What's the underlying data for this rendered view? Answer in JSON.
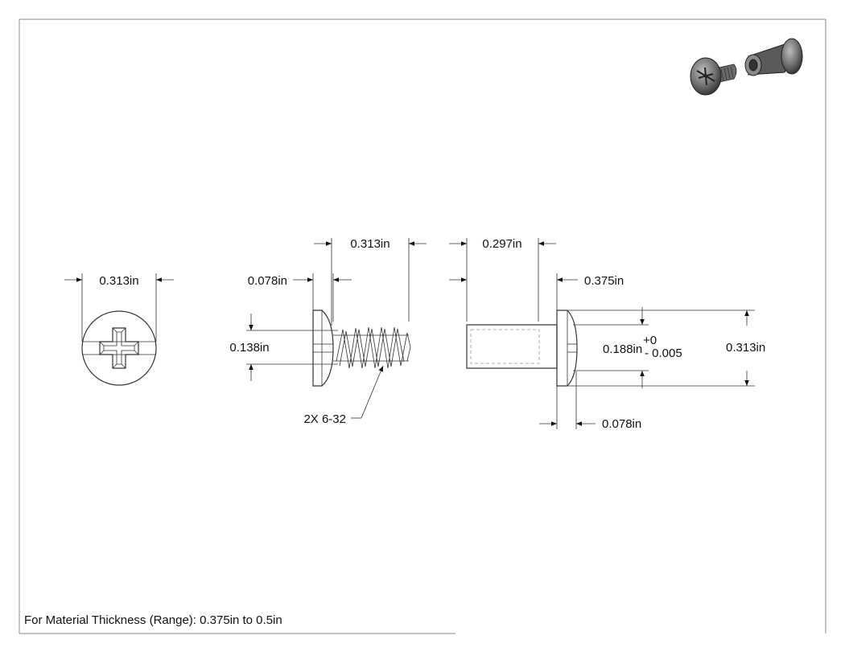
{
  "drawing": {
    "colors": {
      "line": "#333333",
      "text": "#111111",
      "frame": "#888888"
    },
    "front_view": {
      "width_label": "0.313in"
    },
    "screw_view": {
      "length_label": "0.313in",
      "head_thickness_label": "0.078in",
      "thread_diameter_label": "0.138in",
      "thread_callout": "2X 6-32"
    },
    "barrel_view": {
      "length_label": "0.297in",
      "head_offset_label": "0.375in",
      "barrel_diameter_label": "0.188in",
      "tolerance_plus": "+0",
      "tolerance_minus": "- 0.005",
      "head_diameter_label": "0.313in",
      "head_thickness_label": "0.078in"
    },
    "footer_note": "For Material Thickness (Range): 0.375in to 0.5in",
    "isometric_icons": [
      "screw-isometric-icon",
      "barrel-nut-isometric-icon"
    ]
  }
}
